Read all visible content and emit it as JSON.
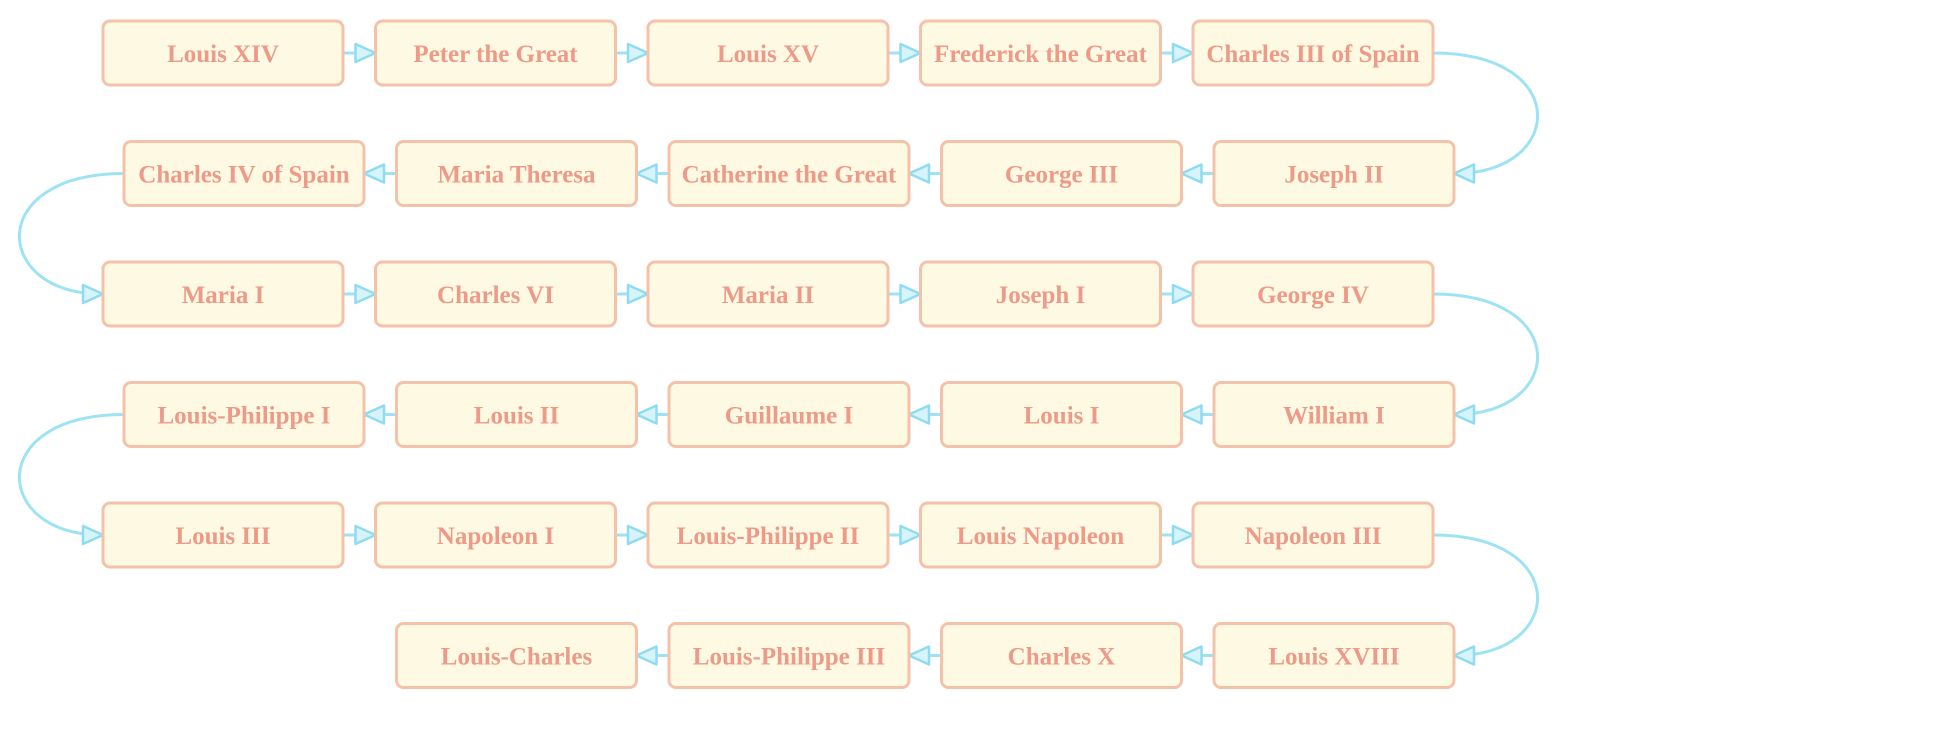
{
  "diagram": {
    "type": "snake-flow",
    "colors": {
      "node_fill": "#fdf9e3",
      "node_border": "#f4c2a8",
      "text": "#ee9a88",
      "edge": "#9de3f4"
    },
    "rows": [
      [
        "Louis XIV",
        "Peter the Great",
        "Louis XV",
        "Frederick the Great",
        "Charles III of Spain"
      ],
      [
        "Joseph II",
        "George III",
        "Catherine the Great",
        "Maria Theresa",
        "Charles IV of Spain"
      ],
      [
        "Maria I",
        "Charles VI",
        "Maria II",
        "Joseph I",
        "George IV"
      ],
      [
        "William I",
        "Louis I",
        "Guillaume I",
        "Louis II",
        "Louis-Philippe I"
      ],
      [
        "Louis III",
        "Napoleon I",
        "Louis-Philippe II",
        "Louis Napoleon",
        "Napoleon III"
      ],
      [
        "Louis XVIII",
        "Charles X",
        "Louis-Philippe III",
        "Louis-Charles"
      ]
    ]
  }
}
